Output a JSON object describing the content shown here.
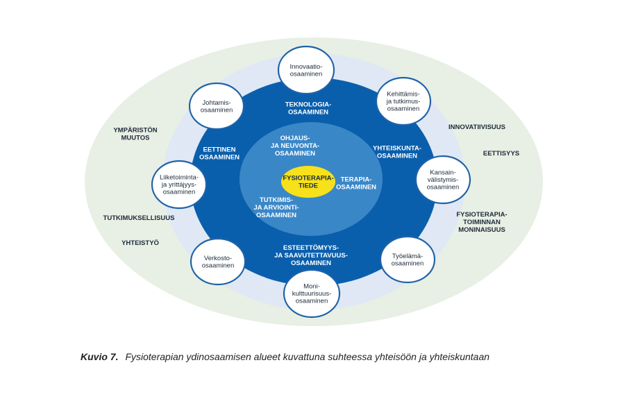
{
  "outer_labels": [
    {
      "id": "ymparisto",
      "lines": [
        "YMPÄRISTÖN",
        "MUUTOS"
      ]
    },
    {
      "id": "innovatiivisuus",
      "lines": [
        "INNOVATIIVISUUS"
      ]
    },
    {
      "id": "eettisyys",
      "lines": [
        "EETTISYYS"
      ]
    },
    {
      "id": "tutkimuksellisuus",
      "lines": [
        "TUTKIMUKSELLISUUS"
      ]
    },
    {
      "id": "yhteistyo",
      "lines": [
        "YHTEISTYÖ"
      ]
    },
    {
      "id": "moninaisuus",
      "lines": [
        "FYSIOTERAPIA-",
        "TOIMINNAN",
        "MONINAISUUS"
      ]
    }
  ],
  "ring_labels": [
    {
      "id": "teknologia",
      "lines": [
        "TEKNOLOGIA-",
        "OSAAMINEN"
      ]
    },
    {
      "id": "eettinen",
      "lines": [
        "EETTINEN",
        "OSAAMINEN"
      ]
    },
    {
      "id": "yhteiskunta",
      "lines": [
        "YHTEISKUNTA-",
        "OSAAMINEN"
      ]
    },
    {
      "id": "esteettomyys",
      "lines": [
        "ESTEETTÖMYYS-",
        "JA SAAVUTETTAVUUS-",
        "OSAAMINEN"
      ]
    }
  ],
  "inner_labels": [
    {
      "id": "ohjaus",
      "lines": [
        "OHJAUS-",
        "JA NEUVONTA-",
        "OSAAMINEN"
      ]
    },
    {
      "id": "terapia",
      "lines": [
        "TERAPIA-",
        "OSAAMINEN"
      ]
    },
    {
      "id": "tutkimis",
      "lines": [
        "TUTKIMIS-",
        "JA ARVIOINTI-",
        "OSAAMINEN"
      ]
    }
  ],
  "core": {
    "lines": [
      "FYSIOTERAPIA-",
      "TIEDE"
    ]
  },
  "bubbles": [
    {
      "id": "innovaatio",
      "lines": [
        "Innovaatio-",
        "osaaminen"
      ]
    },
    {
      "id": "kehittamis",
      "lines": [
        "Kehittämis-",
        "ja tutkimus-",
        "osaaminen"
      ]
    },
    {
      "id": "kansainvalistymis",
      "lines": [
        "Kansain-",
        "välistymis-",
        "osaaminen"
      ]
    },
    {
      "id": "tyoelama",
      "lines": [
        "Työelämä-",
        "osaaminen"
      ]
    },
    {
      "id": "monikulttuurisuus",
      "lines": [
        "Moni-",
        "kulttuurisuus-",
        "osaaminen"
      ]
    },
    {
      "id": "verkosto",
      "lines": [
        "Verkosto-",
        "osaaminen"
      ]
    },
    {
      "id": "liiketoiminta",
      "lines": [
        "Liiketoiminta-",
        "ja yrittäjyys-",
        "osaaminen"
      ]
    },
    {
      "id": "johtamis",
      "lines": [
        "Johtamis-",
        "osaaminen"
      ]
    }
  ],
  "caption": {
    "label": "Kuvio 7.",
    "text": "Fysioterapian ydinosaamisen alueet kuvattuna suhteessa yhteisöön ja yhteiskuntaan"
  },
  "colors": {
    "outer": "#e8efe4",
    "pale_ring": "#dfe8f4",
    "dark_blue": "#0a5fac",
    "mid_blue": "#3a87c8",
    "core_yellow": "#f6e11a",
    "bubble_stroke": "#1f62a8",
    "bubble_fill": "#ffffff"
  }
}
